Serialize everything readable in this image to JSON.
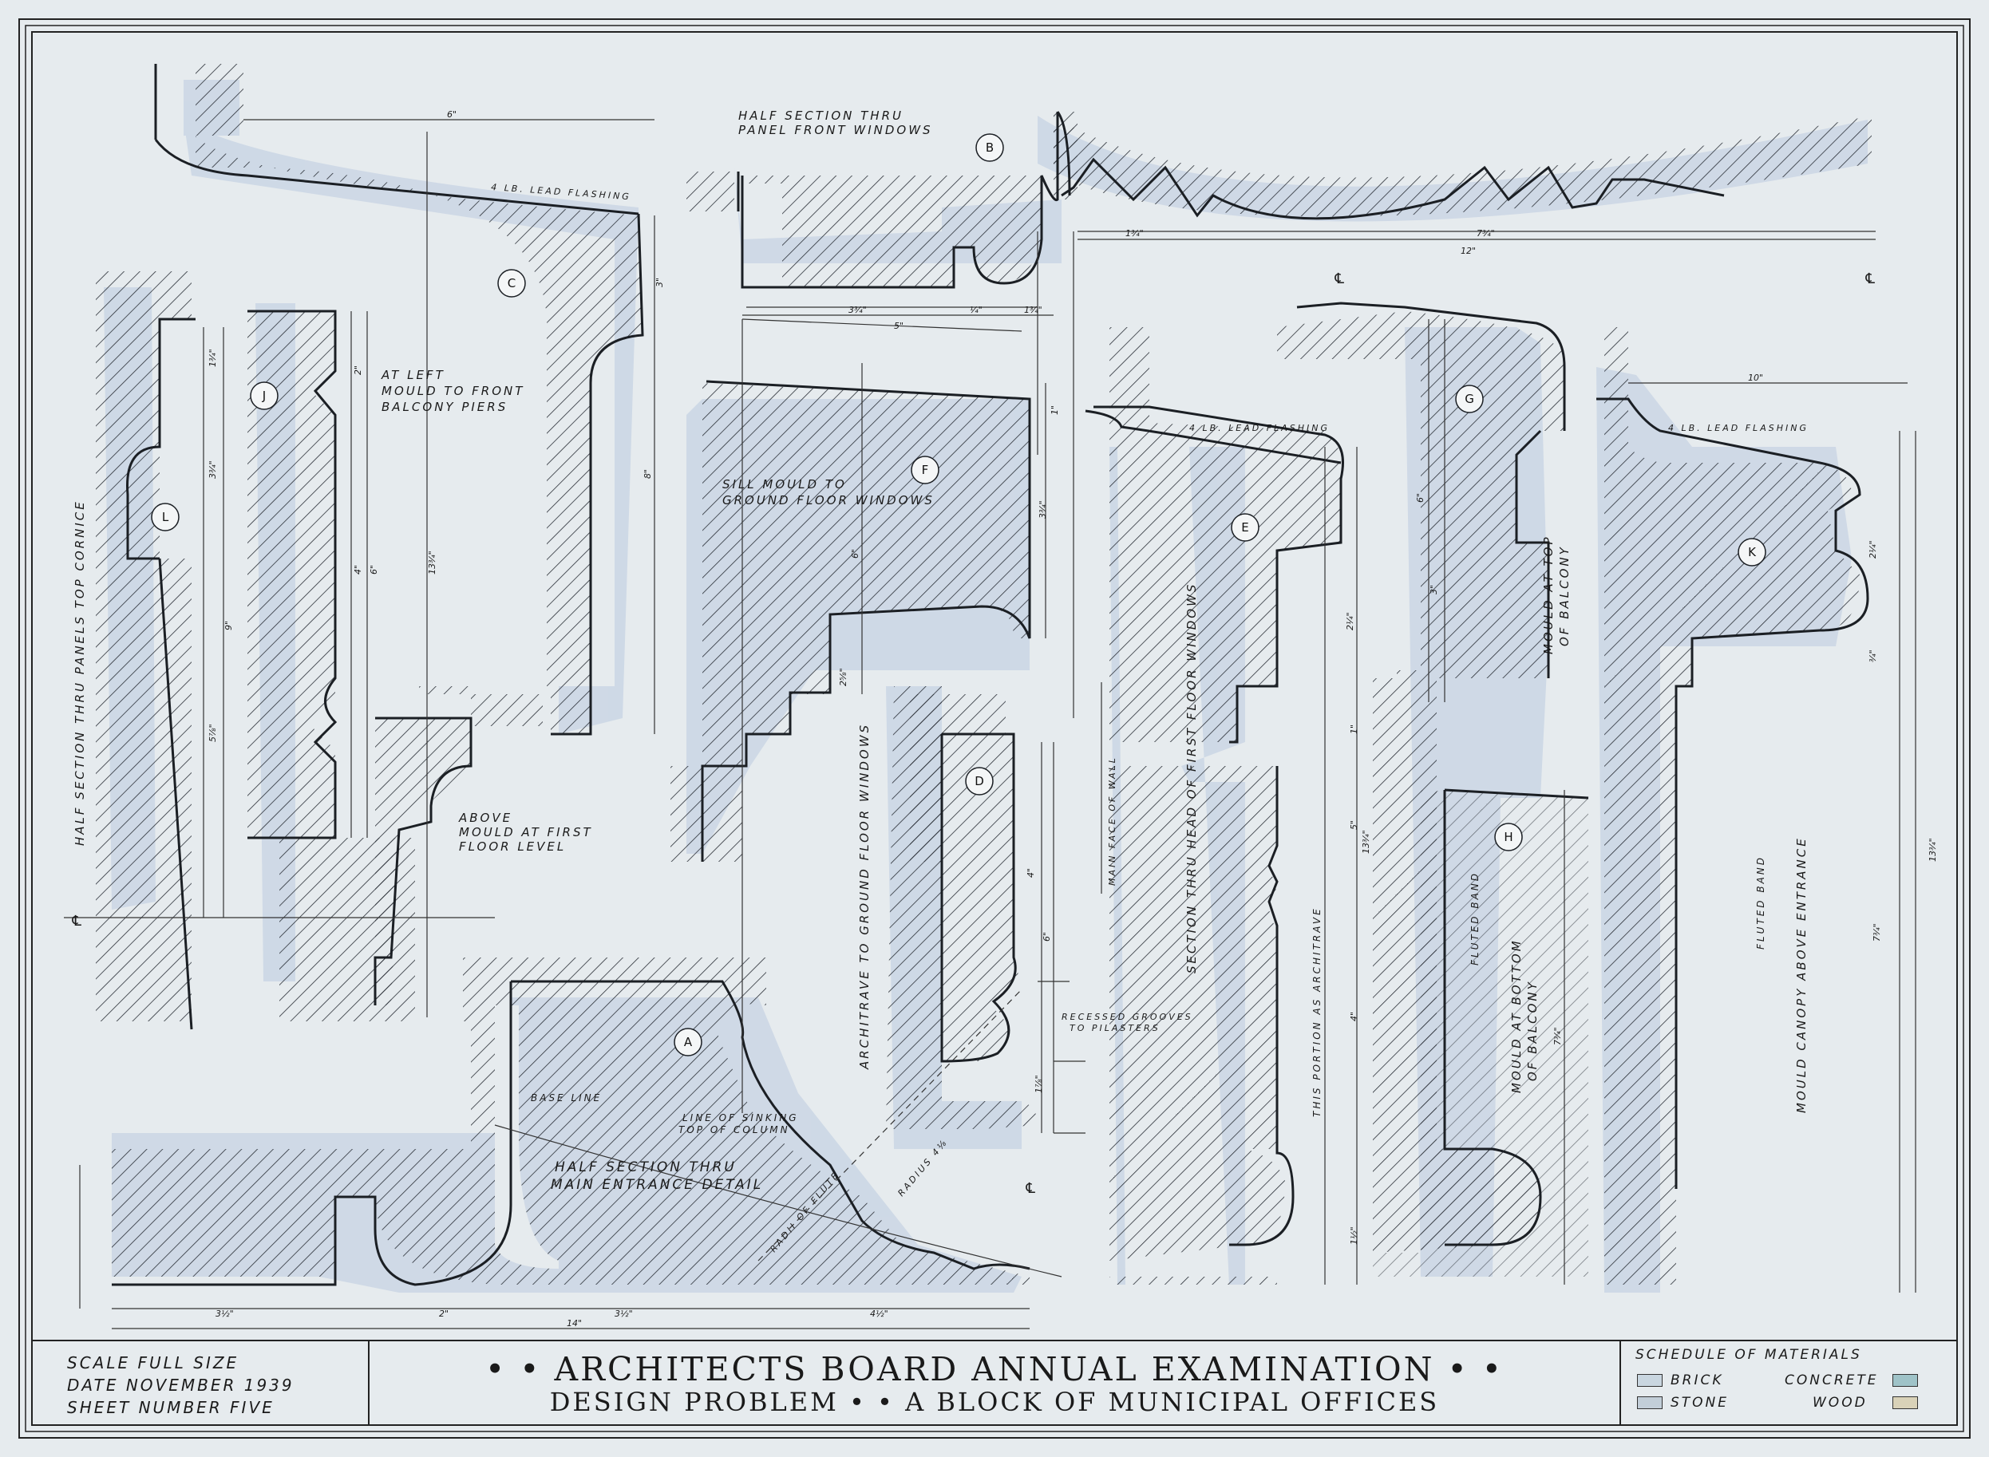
{
  "title_block": {
    "scale": "SCALE  FULL SIZE",
    "date": "DATE  NOVEMBER 1939",
    "sheet": "SHEET NUMBER FIVE",
    "title": "• • ARCHITECTS BOARD ANNUAL EXAMINATION • •",
    "subtitle": "DESIGN PROBLEM • • A BLOCK OF MUNICIPAL OFFICES"
  },
  "schedule": {
    "heading": "SCHEDULE OF MATERIALS",
    "items": [
      {
        "label": "BRICK",
        "color": "#c9d6e0"
      },
      {
        "label": "CONCRETE",
        "color": "#9fc3c8"
      },
      {
        "label": "STONE",
        "color": "#c2ced8"
      },
      {
        "label": "WOOD",
        "color": "#d9d2b8"
      }
    ]
  },
  "section_markers": [
    "A",
    "B",
    "C",
    "D",
    "E",
    "F",
    "G",
    "H",
    "J",
    "K",
    "L"
  ],
  "labels": {
    "b_title_1": "HALF SECTION THRU",
    "b_title_2": "PANEL FRONT WINDOWS",
    "c_note_1": "AT LEFT",
    "c_note_2": "MOULD TO FRONT",
    "c_note_3": "BALCONY PIERS",
    "f_title_1": "SILL MOULD TO",
    "f_title_2": "GROUND FLOOR WINDOWS",
    "above_1": "ABOVE",
    "above_2": "MOULD AT FIRST",
    "above_3": "FLOOR LEVEL",
    "l_vertical": "HALF SECTION THRU PANELS TOP CORNICE",
    "arch_vertical": "ARCHITRAVE TO GROUND FLOOR WINDOWS",
    "main_face": "MAIN FACE OF WALL",
    "recessed_1": "RECESSED GROOVES",
    "recessed_2": "TO PILASTERS",
    "e_vertical": "SECTION THRU HEAD OF FIRST FLOOR WINDOWS",
    "portion_vertical": "THIS PORTION AS ARCHITRAVE",
    "fluted_band": "FLUTED BAND",
    "h_vertical_1": "MOULD AT BOTTOM",
    "h_vertical_2": "OF BALCONY",
    "g_vertical_1": "MOULD AT TOP",
    "g_vertical_2": "OF BALCONY",
    "k_vertical": "MOULD CANOPY ABOVE ENTRANCE",
    "lead_flashing": "4 LB. LEAD FLASHING",
    "base_line": "BASE LINE",
    "sinking_1": "LINE OF SINKING",
    "sinking_2": "TOP OF COLUMN",
    "a_title_1": "HALF SECTION THRU",
    "a_title_2": "MAIN ENTRANCE DETAIL",
    "radius": "RADIUS 4⅛",
    "radius_flute": "RADII OF FLUTE",
    "cl": "℄"
  },
  "dimensions": {
    "top_6": "6\"",
    "c_3": "3\"",
    "c_8": "8\"",
    "b_3_3_4": "3¾\"",
    "b_1_4": "¼\"",
    "b_1_3_4": "1¾\"",
    "b_5": "5\"",
    "b_12": "12\"",
    "b_7_3_4": "7¾\"",
    "b_1_3_4b": "1¾\"",
    "j_1_3_4": "1¾\"",
    "j_3_3_4": "3¾\"",
    "j_9": "9\"",
    "j_5_7_8": "5⅞\"",
    "j_2": "2\"",
    "j_4": "4\"",
    "j_6": "6\"",
    "j_13_3_4": "13¾\"",
    "f_1": "1\"",
    "f_3_3_4": "3¾\"",
    "f_6": "6\"",
    "f_2_5_8": "2⅝\"",
    "d_4": "4\"",
    "d_6": "6\"",
    "d_1_7_8": "1⅞\"",
    "e_2_1_4": "2¼\"",
    "e_1": "1\"",
    "e_5": "5\"",
    "e_13_3_4": "13¾\"",
    "e_4": "4\"",
    "e_1_1_2": "1½\"",
    "g_6": "6\"",
    "g_3": "3\"",
    "g_7_3_4": "7¾\"",
    "k_10": "10\"",
    "k_2_1_4": "2¼\"",
    "k_3_4": "¾\"",
    "k_13_3_4": "13¾\"",
    "k_7_3_4": "7¾\"",
    "a_3_1_2": "3½\"",
    "a_2": "2\"",
    "a_14": "14\"",
    "a_4_1_2": "4½\""
  }
}
